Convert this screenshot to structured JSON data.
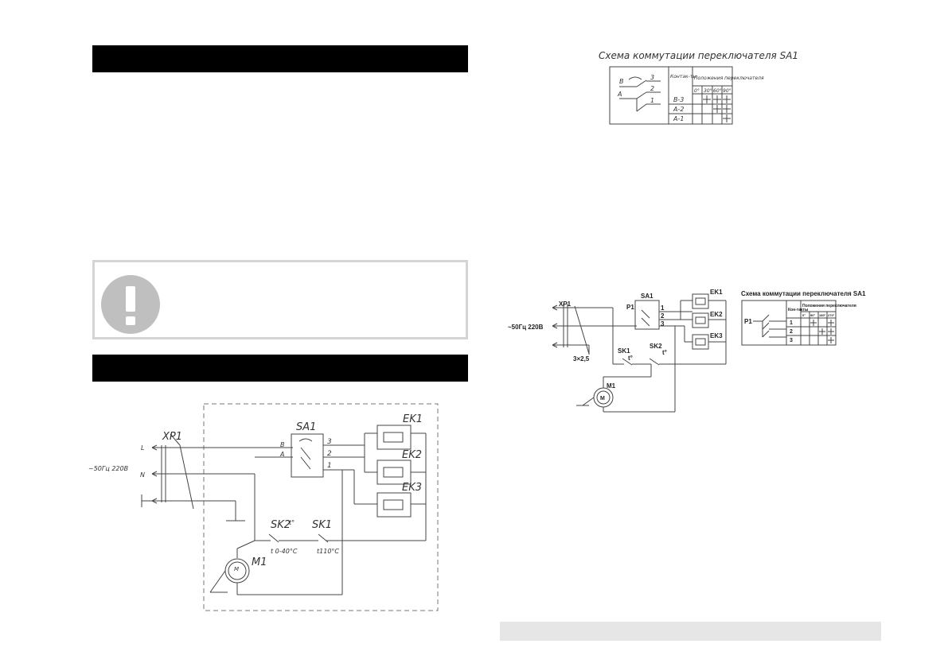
{
  "left_page": {
    "diagram": {
      "labels": {
        "xp1": "XP1",
        "l": "L",
        "n": "N",
        "supply": "~50Гц 220В",
        "sa1": "SA1",
        "b": "B",
        "a": "A",
        "c3": "3",
        "c2": "2",
        "c1": "1",
        "ek1": "EK1",
        "ek2": "EK2",
        "ek3": "EK3",
        "sk2": "SK2",
        "sk1": "SK1",
        "t_sign": "t°",
        "sk2_range": "t 0-40°C",
        "sk1_temp": "t110°C",
        "m1": "M1",
        "motor_m": "M"
      }
    }
  },
  "right_page": {
    "switch_table_top": {
      "title": "Схема коммутации переключателя SA1",
      "labels": {
        "b": "B",
        "a": "A",
        "c3": "3",
        "c2": "2",
        "c1": "1"
      },
      "header_contacts": "Контак-ты",
      "header_positions": "Положения переключателя",
      "angles": [
        "0°",
        "30°",
        "60°",
        "90°"
      ],
      "rows": [
        "B-3",
        "A-2",
        "A-1"
      ]
    },
    "diagram2": {
      "labels": {
        "xp1": "XP1",
        "supply": "~50Гц 220В",
        "cable": "3×2,5",
        "sa1": "SA1",
        "p1": "P1",
        "c1": "1",
        "c2": "2",
        "c3": "3",
        "ek1": "EK1",
        "ek2": "EK2",
        "ek3": "EK3",
        "sk1": "SK1",
        "sk2": "SK2",
        "t": "t°",
        "m1": "M1",
        "motor_m": "M"
      },
      "table": {
        "title": "Схема коммутации переключателя SA1",
        "p1": "P1",
        "header_contacts": "Кон-такты",
        "header_positions": "Положения переключателя",
        "angles": [
          "0°",
          "90°",
          "180°",
          "270°"
        ],
        "rows": [
          "1",
          "2",
          "3"
        ]
      }
    }
  }
}
